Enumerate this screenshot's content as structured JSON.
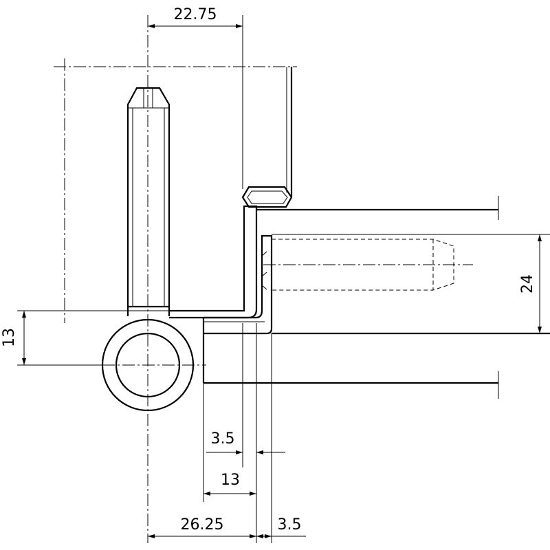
{
  "drawing": {
    "dimensions": {
      "top_width": "22.75",
      "left_height": "13",
      "right_height": "24",
      "lower_gap_a": "3.5",
      "lower_width": "13",
      "bottom_width": "26.25",
      "bottom_gap": "3.5"
    }
  }
}
